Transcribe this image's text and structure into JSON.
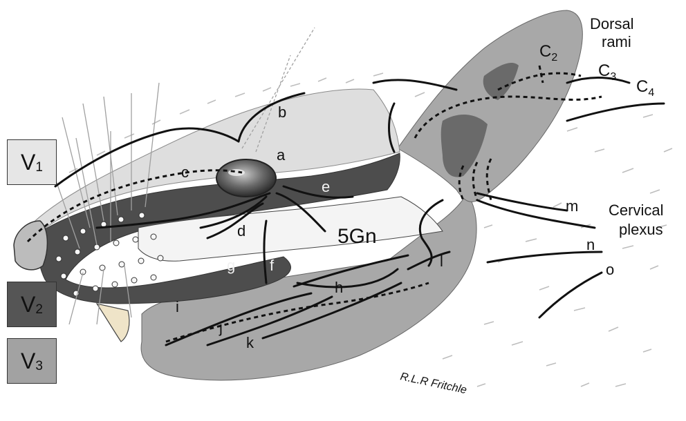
{
  "legend": [
    {
      "symbol": "V",
      "subscript": "1",
      "color": "#e6e6e6"
    },
    {
      "symbol": "V",
      "subscript": "2",
      "color": "#555555"
    },
    {
      "symbol": "V",
      "subscript": "3",
      "color": "#a2a2a2"
    }
  ],
  "regions": {
    "dorsal_rami": {
      "line1": "Dorsal",
      "line2": "rami"
    },
    "cervical_plexus": {
      "line1": "Cervical",
      "line2": "plexus"
    },
    "ganglion": "5Gn"
  },
  "cervical_labels": [
    {
      "symbol": "C",
      "subscript": "2"
    },
    {
      "symbol": "C",
      "subscript": "3"
    },
    {
      "symbol": "C",
      "subscript": "4"
    }
  ],
  "branch_labels": [
    "a",
    "b",
    "c",
    "d",
    "e",
    "f",
    "g",
    "h",
    "i",
    "j",
    "k",
    "l",
    "m",
    "n",
    "o"
  ],
  "signature": "R.L.R Fritchle"
}
